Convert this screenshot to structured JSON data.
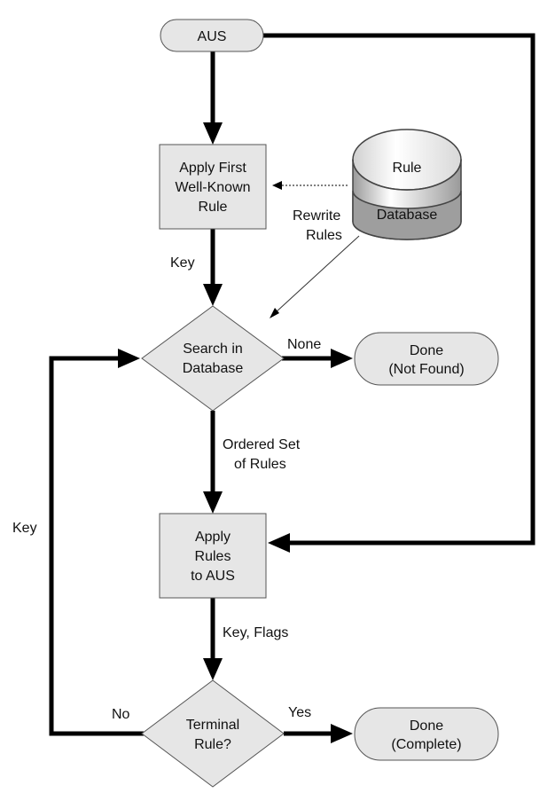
{
  "nodes": {
    "aus": "AUS",
    "apply_first": [
      "Apply First",
      "Well-Known",
      "Rule"
    ],
    "rule_database": [
      "Rule",
      "Database"
    ],
    "search": [
      "Search in",
      "Database"
    ],
    "done_not_found": [
      "Done",
      "(Not Found)"
    ],
    "apply_rules": [
      "Apply",
      "Rules",
      "to AUS"
    ],
    "terminal": [
      "Terminal",
      "Rule?"
    ],
    "done_complete": [
      "Done",
      "(Complete)"
    ]
  },
  "edges": {
    "key_top": "Key",
    "rewrite_rules": [
      "Rewrite",
      "Rules"
    ],
    "none": "None",
    "ordered_set": [
      "Ordered Set",
      "of Rules"
    ],
    "key_flags": "Key, Flags",
    "key_left": "Key",
    "no": "No",
    "yes": "Yes"
  },
  "colors": {
    "box_fill": "#e6e6e6",
    "line": "#000000",
    "cylinder_light": "#ffffff",
    "cylinder_dark": "#a8a8a8"
  }
}
